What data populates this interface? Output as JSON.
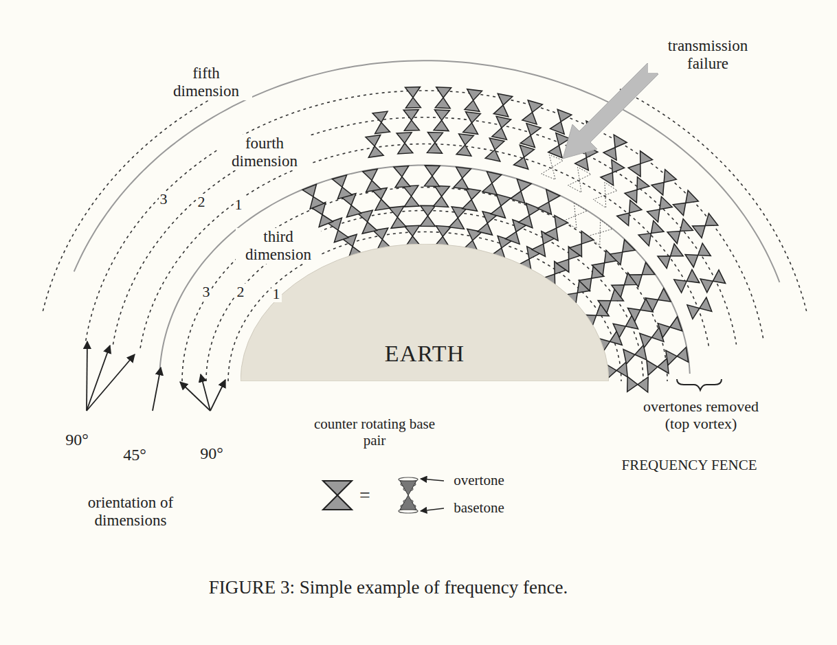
{
  "diagram": {
    "caption": "FIGURE 3:  Simple example of frequency fence.",
    "nodes": [
      {
        "text": [
          "EARTH"
        ]
      }
    ],
    "labels": [
      "fifth dimension",
      "fourth dimension",
      "3",
      "2",
      "1",
      "third dimension",
      "3",
      "2",
      "1",
      "transmission failure",
      "90°",
      "45°",
      "90°",
      "orientation of dimensions",
      "counter rotating base pair",
      "=",
      "overtone",
      "basetone",
      "overtones removed (top vortex)",
      "FREQUENCY FENCE"
    ]
  }
}
